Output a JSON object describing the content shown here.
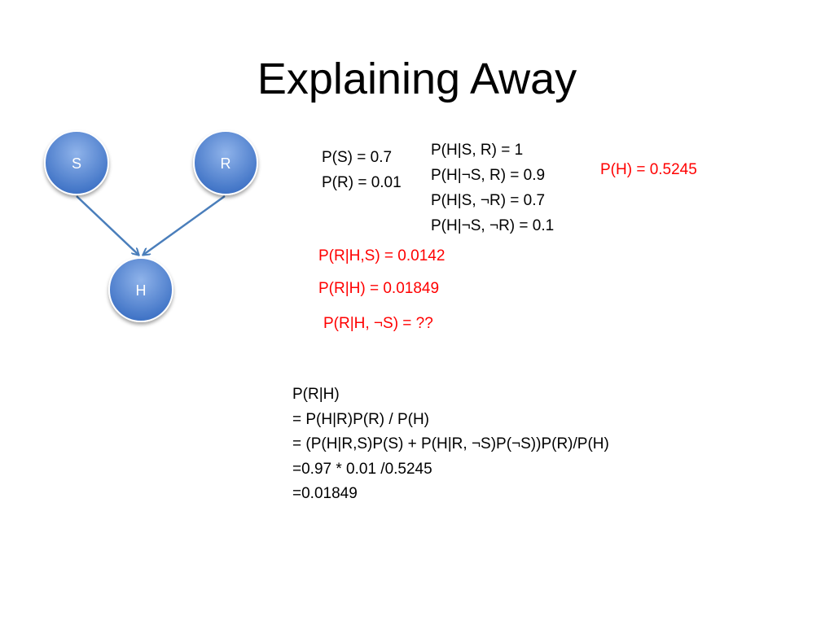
{
  "slide": {
    "title": "Explaining Away"
  },
  "network": {
    "node_color": "#4a7fcf",
    "edge_color": "#4a7ebb",
    "nodes": [
      {
        "id": "S",
        "label": "S"
      },
      {
        "id": "R",
        "label": "R"
      },
      {
        "id": "H",
        "label": "H"
      }
    ],
    "edges": [
      {
        "from": "S",
        "to": "H"
      },
      {
        "from": "R",
        "to": "H"
      }
    ]
  },
  "priors": {
    "p_s": "P(S) = 0.7",
    "p_r": "P(R) = 0.01"
  },
  "cpt": {
    "rows": [
      "P(H|S, R) = 1",
      "P(H|¬S, R) = 0.9",
      "P(H|S, ¬R) = 0.7",
      "P(H|¬S, ¬R) = 0.1"
    ]
  },
  "results": {
    "p_h": "P(H) = 0.5245",
    "p_r_given_hs": "P(R|H,S) = 0.0142",
    "p_r_given_h": "P(R|H) = 0.01849",
    "p_r_given_h_not_s": "P(R|H, ¬S) = ??",
    "highlight_color": "#ff0000"
  },
  "derivation": {
    "lines": [
      "P(R|H)",
      "= P(H|R)P(R) / P(H)",
      "= (P(H|R,S)P(S) + P(H|R, ¬S)P(¬S))P(R)/P(H)",
      "=0.97 * 0.01 /0.5245",
      "=0.01849"
    ]
  }
}
